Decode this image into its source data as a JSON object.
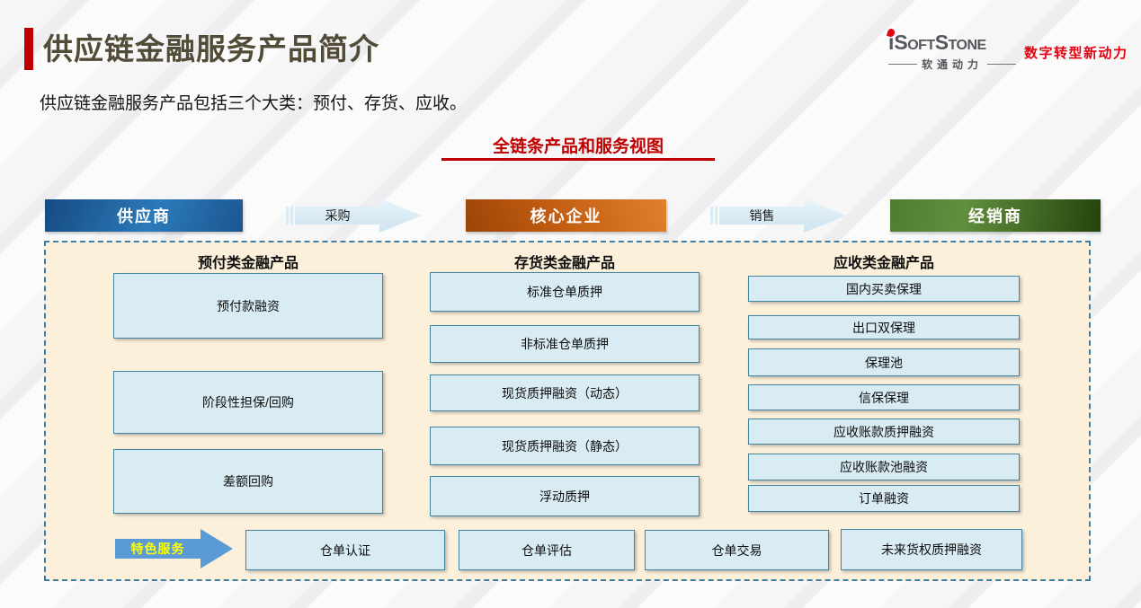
{
  "header": {
    "title": "供应链金融服务产品简介",
    "subtitle": "供应链金融服务产品包括三个大类：预付、存货、应收。",
    "logo": {
      "brand_i": "i",
      "brand_name": "SoftStone",
      "cn": "软通动力",
      "slogan": "数字转型新动力"
    }
  },
  "section_heading": "全链条产品和服务视图",
  "flow": {
    "nodes": [
      {
        "label": "供应商"
      },
      {
        "label": "核心企业"
      },
      {
        "label": "经销商"
      }
    ],
    "arrows": [
      {
        "label": "采购"
      },
      {
        "label": "销售"
      }
    ]
  },
  "panel": {
    "columns": [
      {
        "header": "预付类金融产品",
        "items": [
          "预付款融资",
          "阶段性担保/回购",
          "差额回购"
        ]
      },
      {
        "header": "存货类金融产品",
        "items": [
          "标准仓单质押",
          "非标准仓单质押",
          "现货质押融资（动态）",
          "现货质押融资（静态）",
          "浮动质押"
        ]
      },
      {
        "header": "应收类金融产品",
        "items": [
          "国内买卖保理",
          "出口双保理",
          "保理池",
          "信保保理",
          "应收账款质押融资",
          "应收账款池融资",
          "订单融资"
        ]
      }
    ],
    "special": {
      "label": "特色服务",
      "items": [
        "仓单认证",
        "仓单评估",
        "仓单交易",
        "未来货权质押融资"
      ]
    }
  },
  "colors": {
    "accent_red": "#c00000",
    "slogan_red": "#e3000f",
    "title_brown": "#514b38",
    "supplier_blue_dark": "#164a82",
    "supplier_blue_light": "#2b7ab9",
    "core_orange_light": "#e0812d",
    "core_orange_dark": "#9c4406",
    "dealer_green_light": "#618f3e",
    "dealer_green_dark": "#24430d",
    "panel_bg": "#fcf0da",
    "panel_border": "#3f7fa6",
    "product_box_fill": "#d9ecf4",
    "product_box_border": "#41869e",
    "flow_arrow_fill": "#d9ebf4",
    "special_arrow_blue": "#5b9bd5",
    "special_arrow_text_yellow": "#ffff00"
  }
}
